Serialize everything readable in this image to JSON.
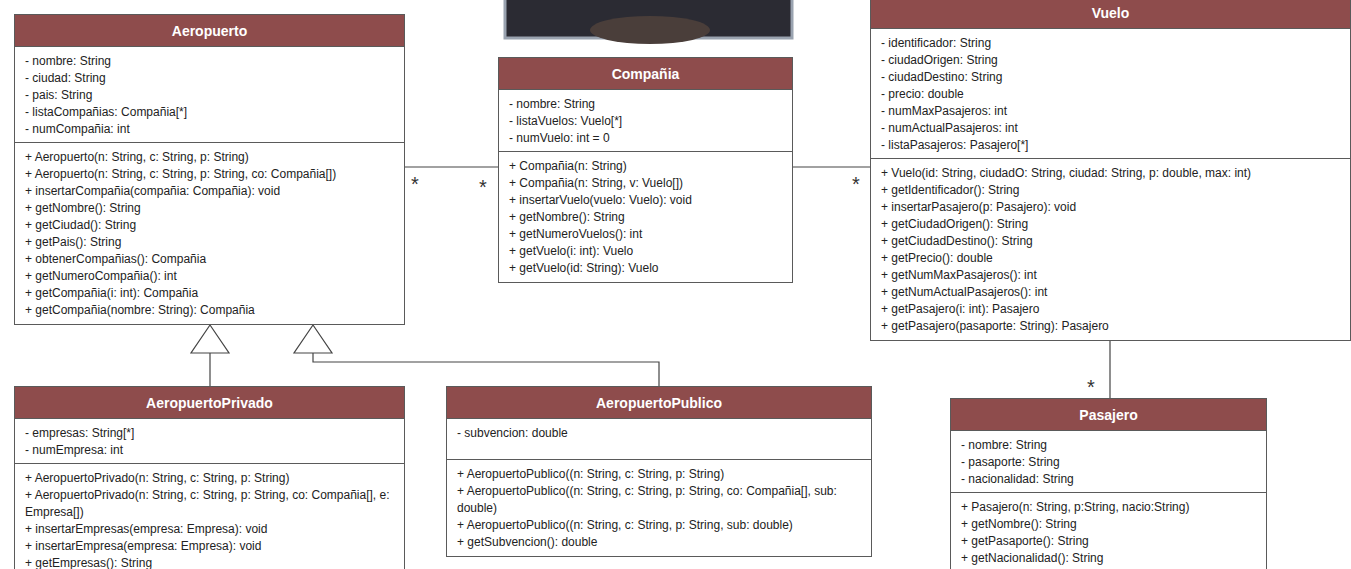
{
  "diagram": {
    "nodes": [
      {
        "text": [
          "Aeropuerto",
          "- nombre: String",
          "- ciudad: String",
          "- pais: String",
          "- listaCompañias: Compañia[*]",
          "- numCompañia: int",
          "+ Aeropuerto(n: String, c: String, p: String)",
          "+ Aeropuerto(n: String, c: String, p: String, co: Compañia[])",
          "+ insertarCompañia(compañia: Compañia): void",
          "+ getNombre(): String",
          "+ getCiudad(): String",
          "+ getPais(): String",
          "+ obtenerCompañias(): Compañia",
          "+ getNumeroCompañia(): int",
          "+ getCompañia(i: int): Compañia",
          "+ getCompañia(nombre: String): Compañia"
        ]
      },
      {
        "text": [
          "Compañia",
          "- nombre: String",
          "- listaVuelos: Vuelo[*]",
          "- numVuelo: int = 0",
          "+ Compañia(n: String)",
          "+ Compañia(n: String, v: Vuelo[])",
          "+ insertarVuelo(vuelo: Vuelo): void",
          "+ getNombre(): String",
          "+ getNumeroVuelos(): int",
          "+ getVuelo(i: int): Vuelo",
          "+ getVuelo(id: String): Vuelo"
        ]
      },
      {
        "text": [
          "Vuelo",
          "- identificador: String",
          "- ciudadOrigen: String",
          "- ciudadDestino: String",
          "- precio: double",
          "- numMaxPasajeros: int",
          "- numActualPasajeros: int",
          "- listaPasajeros: Pasajero[*]",
          "+ Vuelo(id: String, ciudadO: String, ciudad: String, p: double, max: int)",
          "+ getIdentificador(): String",
          "+ insertarPasajero(p: Pasajero): void",
          "+ getCiudadOrigen(): String",
          "+ getCiudadDestino(): String",
          "+ getPrecio(): double",
          "+ getNumMaxPasajeros(): int",
          "+ getNumActualPasajeros(): int",
          "+ getPasajero(i: int): Pasajero",
          "+ getPasajero(pasaporte: String): Pasajero"
        ]
      },
      {
        "text": [
          "AeropuertoPrivado",
          "- empresas: String[*]",
          "- numEmpresa: int",
          "+ AeropuertoPrivado(n: String, c: String, p: String)",
          "+ AeropuertoPrivado(n: String, c: String, p: String, co: Compañia[], e: Empresa[])",
          "+ insertarEmpresas(empresa: Empresa): void",
          "+ insertarEmpresa(empresa: Empresa): void",
          "+ getEmpresas(): String"
        ]
      },
      {
        "text": [
          "AeropuertoPublico",
          "- subvencion: double",
          "+ AeropuertoPublico((n: String, c: String, p: String)",
          "+ AeropuertoPublico((n: String, c: String, p: String, co: Compañia[], sub: double)",
          "+ AeropuertoPublico((n: String, c: String, p: String, sub: double)",
          "+ getSubvencion(): double"
        ]
      },
      {
        "text": [
          "Pasajero",
          "- nombre: String",
          "- pasaporte: String",
          "- nacionalidad: String",
          "+ Pasajero(n: String, p:String, nacio:String)",
          "+ getNombre(): String",
          "+ getPasaporte(): String",
          "+ getNacionalidad(): String"
        ]
      }
    ],
    "edges": [
      {
        "from": 0,
        "to": 1,
        "arrow": "none"
      },
      {
        "from": 1,
        "to": 2,
        "arrow": "none"
      },
      {
        "from": 2,
        "to": 5,
        "arrow": "none"
      },
      {
        "from": 3,
        "to": 0,
        "arrow": "to"
      },
      {
        "from": 4,
        "to": 0,
        "arrow": "to"
      }
    ],
    "labels": [
      "*",
      "*",
      "*",
      "*"
    ]
  }
}
